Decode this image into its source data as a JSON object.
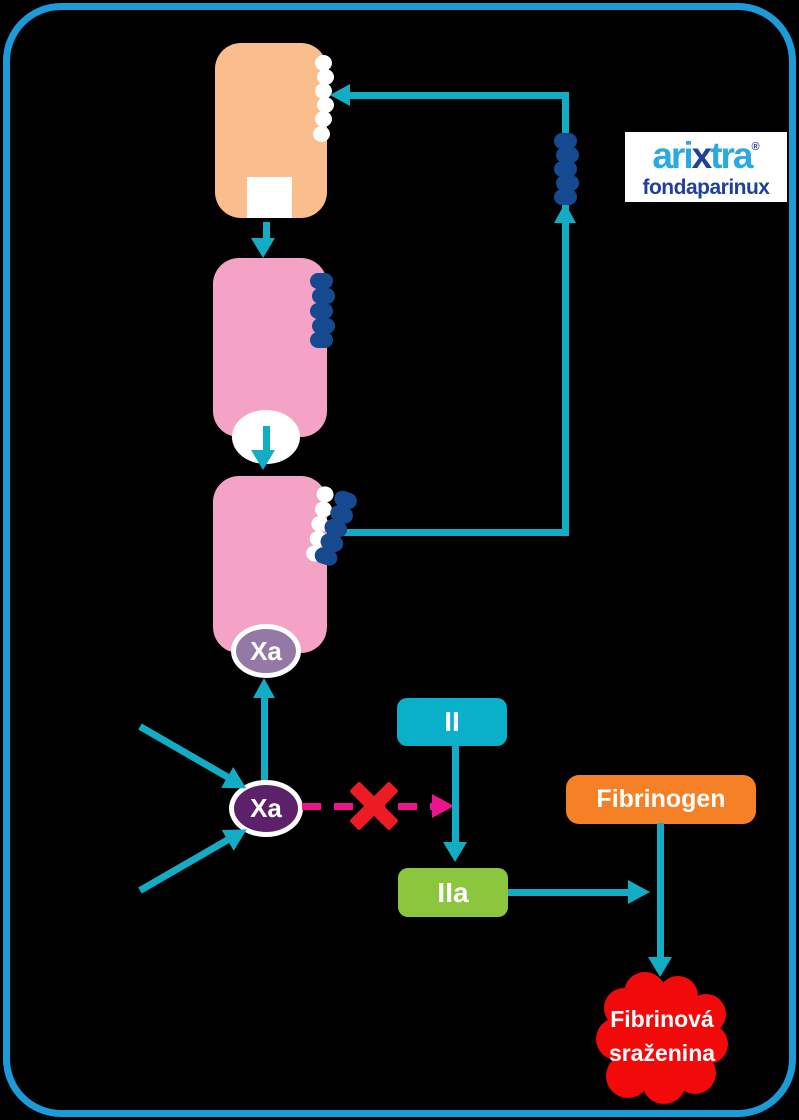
{
  "logo": {
    "part1": "ari",
    "x": "x",
    "part2": "tra",
    "reg": "®",
    "subtitle": "fondaparinux"
  },
  "labels": {
    "xa_bound": "Xa",
    "xa_free": "Xa",
    "factor_ii": "II",
    "factor_iia": "IIa",
    "fibrinogen": "Fibrinogen",
    "clot_line1": "Fibrinová",
    "clot_line2": "sraženina"
  },
  "colors": {
    "frame_border": "#1B9CD8",
    "arrow_teal": "#12ADC5",
    "antithrombin_orange": "#F9BE8C",
    "complex_pink": "#F4A2C5",
    "pentasaccharide_navy": "#154A90",
    "xa_bound_purple": "#9478A6",
    "xa_free_purple": "#5C2168",
    "inhibition_magenta": "#EC138C",
    "cross_red": "#ED1C24",
    "clot_red": "#F20A0A",
    "factor_ii_teal": "#0AB0CA",
    "factor_iia_green": "#8CC63F",
    "fibrinogen_orange": "#F58025",
    "logo_light_blue": "#2BA9E1",
    "logo_navy": "#21409A",
    "background": "#000000"
  }
}
